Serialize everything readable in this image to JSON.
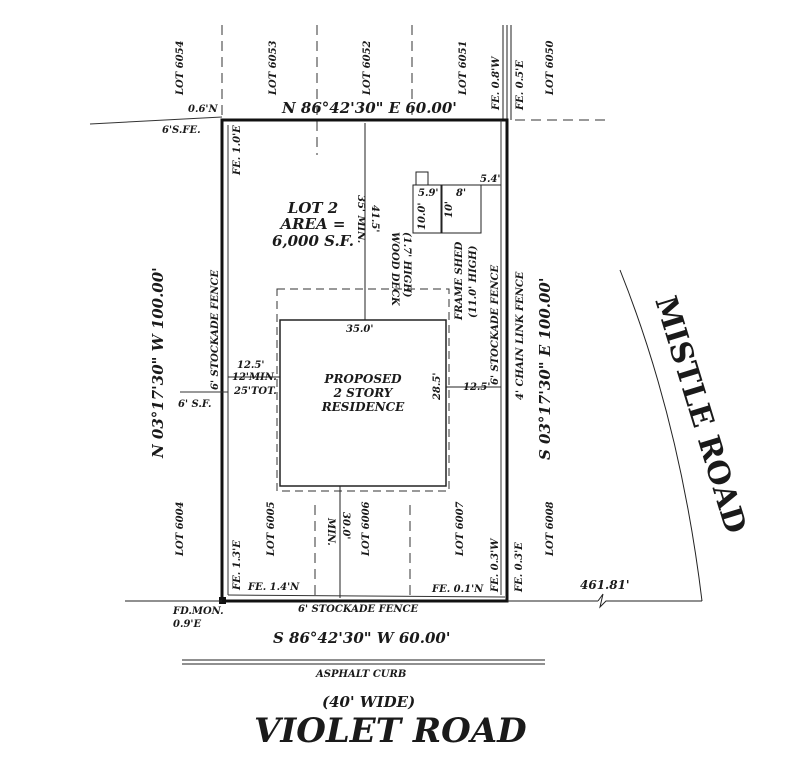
{
  "lots_top": [
    "LOT 6054",
    "LOT 6053",
    "LOT 6052",
    "LOT 6051",
    "LOT 6050"
  ],
  "lots_bottom": [
    "LOT 6004",
    "LOT 6005",
    "LOT 6006",
    "LOT 6007",
    "LOT 6008"
  ],
  "bearings": {
    "north": "N 86°42'30\" E   60.00'",
    "south": "S 86°42'30\" W   60.00'",
    "west": "N 03°17'30\" W   100.00'",
    "east": "S 03°17'30\" E   100.00'"
  },
  "lot": {
    "line1": "LOT 2",
    "line2": "AREA =",
    "line3": "6,000 S.F."
  },
  "residence": {
    "line1": "PROPOSED",
    "line2": "2 STORY",
    "line3": "RESIDENCE",
    "width": "35.0'",
    "depth": "28.5'"
  },
  "setbacks": {
    "front_a": "41.5'",
    "front_b": "35' MIN.",
    "rear_a": "30.0'",
    "rear_b": "MIN.",
    "side_left_a": "12.5'",
    "side_left_b": "12'MIN.",
    "side_left_c": "25'TOT.",
    "side_right": "12.5'"
  },
  "deck": {
    "label1": "WOOD DECK",
    "label2": "(1.7' HIGH)",
    "w": "5.9'",
    "h": "10.0'"
  },
  "shed": {
    "label1": "FRAME SHED",
    "label2": "(11.0' HIGH)",
    "w": "8'",
    "h": "10'",
    "offset": "5.4'"
  },
  "fences": {
    "nw_offset": "0.6'N",
    "nw_fence": "6'S.FE.",
    "nw_fe": "FE. 1.0'E",
    "ne_fe_w": "FE. 0.8'W",
    "ne_fe_e": "FE. 0.5'E",
    "west_fence": "6' STOCKADE FENCE",
    "west_sf": "6' S.F.",
    "east_stockade": "6' STOCKADE FENCE",
    "east_chain": "4' CHAIN LINK FENCE",
    "sw_fe_e": "FE. 1.3'E",
    "sw_fe_n": "FE. 1.4'N",
    "se_fe_n": "FE. 0.1'N",
    "se_fe_w": "FE. 0.3'W",
    "se_fe_e": "FE. 0.3'E",
    "south_fence": "6' STOCKADE FENCE"
  },
  "monument": {
    "line1": "FD.MON.",
    "line2": "0.9'E"
  },
  "distance_to_road": "461.81'",
  "curb": "ASPHALT CURB",
  "violet_road": {
    "width": "(40' WIDE)",
    "name": "VIOLET ROAD"
  },
  "mistle_road": "MISTLE ROAD"
}
